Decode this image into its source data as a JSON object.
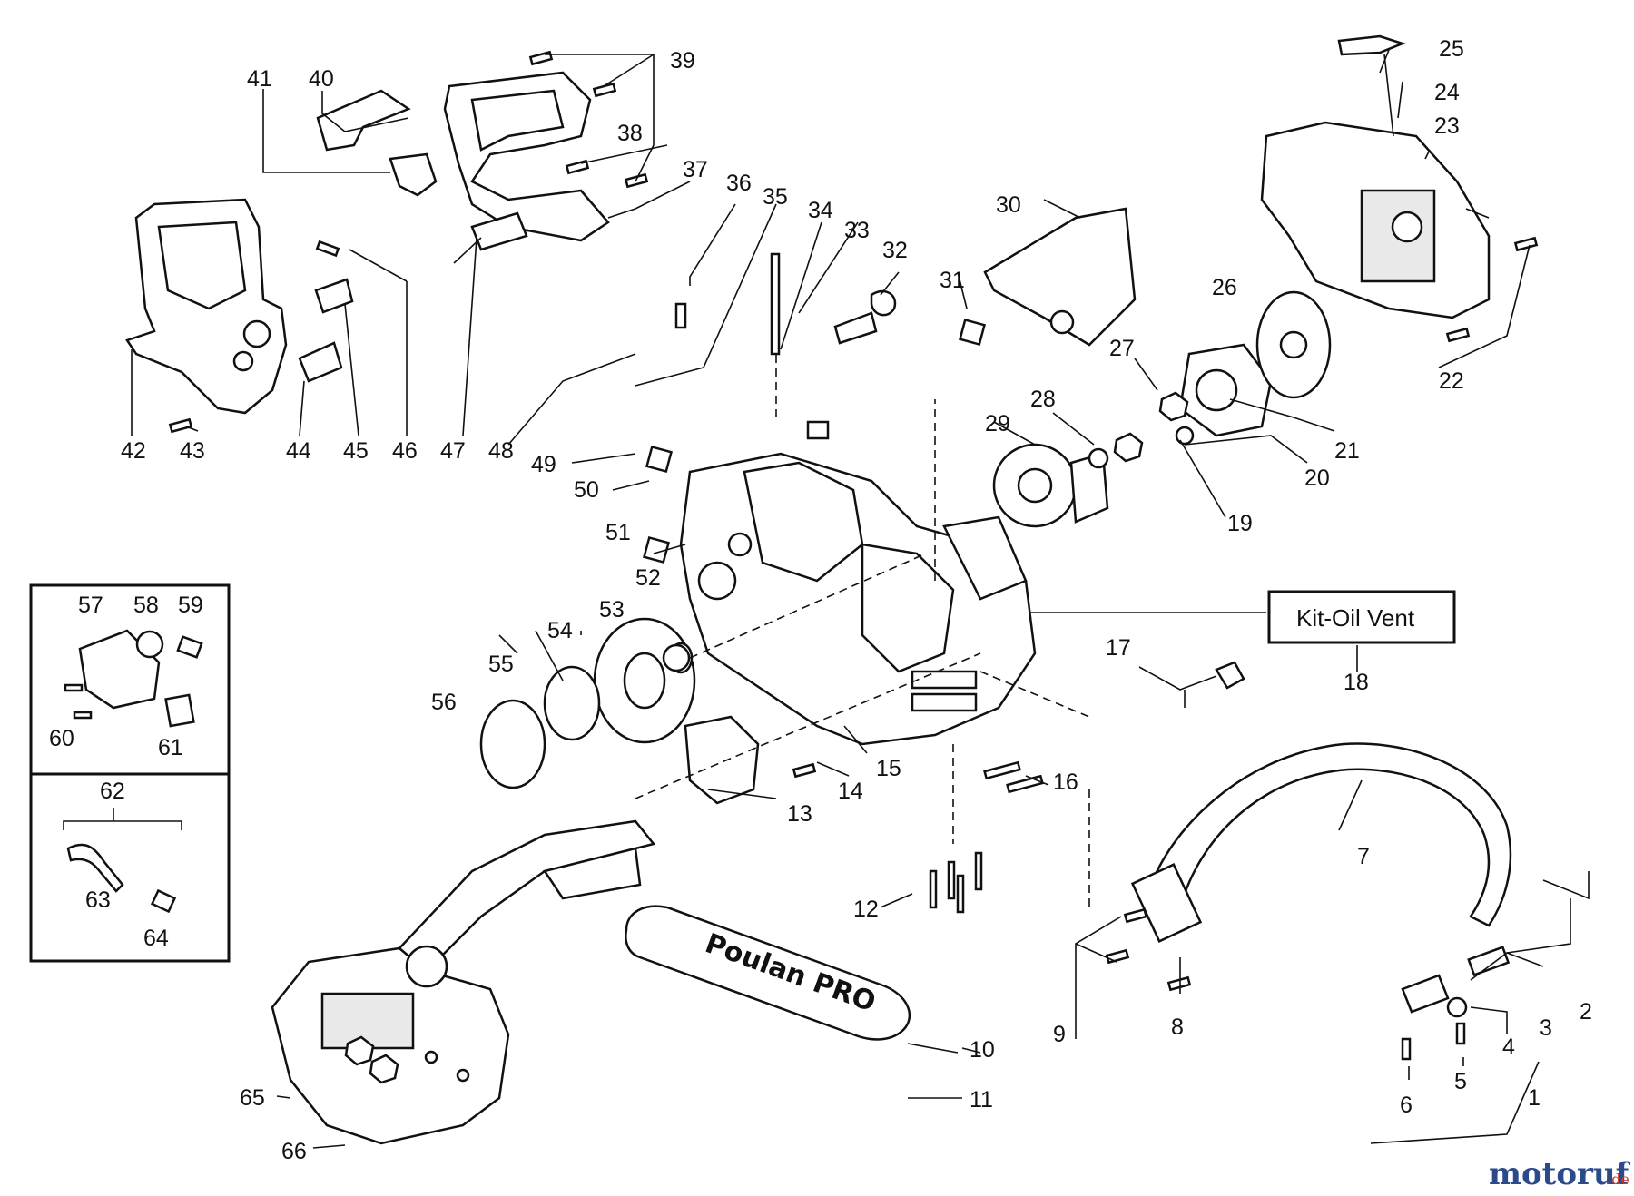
{
  "diagram": {
    "kit_box_label": "Kit-Oil Vent",
    "brand_on_bar": "Poulan PRO",
    "watermark": {
      "main": "motoruf",
      "suffix": ".de"
    },
    "colors": {
      "line": "#111111",
      "background": "#ffffff",
      "watermark_main": "#2a4a8a",
      "watermark_accent": "#d33a2a"
    },
    "callouts": [
      "1",
      "2",
      "3",
      "4",
      "5",
      "6",
      "7",
      "8",
      "9",
      "10",
      "11",
      "12",
      "13",
      "14",
      "15",
      "16",
      "17",
      "18",
      "19",
      "20",
      "21",
      "22",
      "23",
      "24",
      "25",
      "26",
      "27",
      "28",
      "29",
      "30",
      "31",
      "32",
      "33",
      "34",
      "35",
      "36",
      "37",
      "38",
      "39",
      "40",
      "41",
      "42",
      "43",
      "44",
      "45",
      "46",
      "47",
      "48",
      "49",
      "50",
      "51",
      "52",
      "53",
      "54",
      "55",
      "56",
      "57",
      "58",
      "59",
      "60",
      "61",
      "62",
      "63",
      "64",
      "65",
      "66"
    ]
  }
}
